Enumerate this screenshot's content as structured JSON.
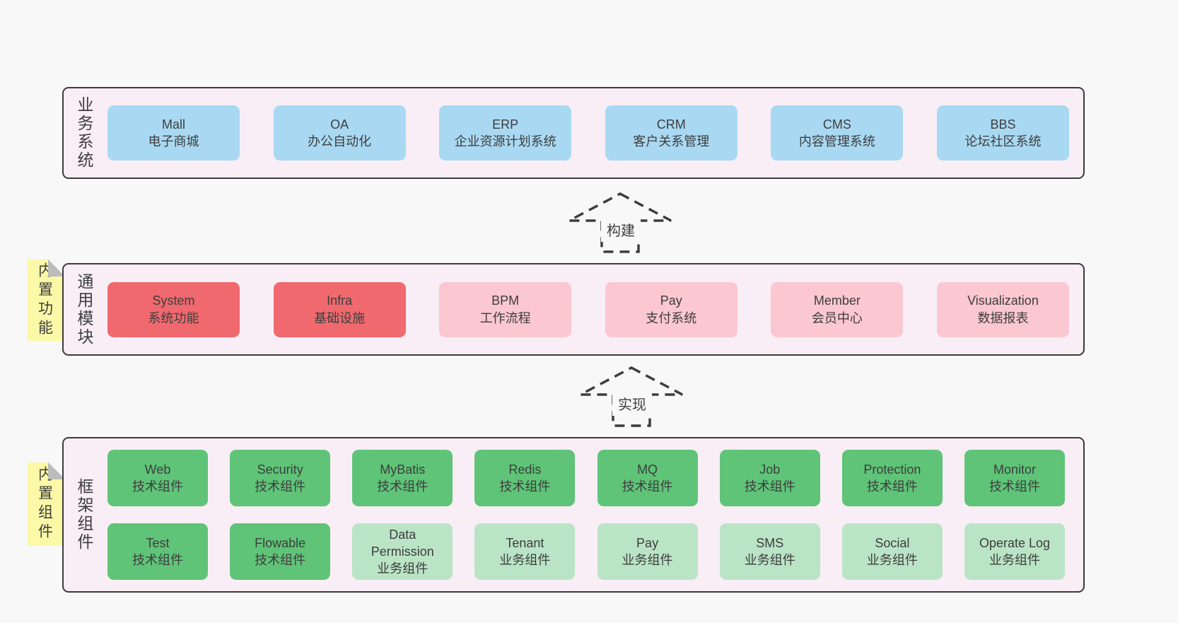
{
  "page_bg": "#f8f8f8",
  "colors": {
    "blue": "#a9d9f2",
    "red": "#f0696e",
    "pink": "#fbc7d0",
    "green": "#5fc478",
    "lightgreen": "#bae4c6",
    "section_bg": "#f9eef6",
    "outline": "#3b3b3b",
    "text": "#3d3d3d",
    "sticky_bg": "#fbf9a8",
    "sticky_fold": "#bcbcbc",
    "arrow": "#3d3d3d"
  },
  "sections": [
    {
      "label": "业务系统",
      "boxes": [
        {
          "en": "Mall",
          "zh": "电子商城",
          "type": "blue"
        },
        {
          "en": "OA",
          "zh": "办公自动化",
          "type": "blue"
        },
        {
          "en": "ERP",
          "zh": "企业资源计划系统",
          "type": "blue"
        },
        {
          "en": "CRM",
          "zh": "客户关系管理",
          "type": "blue"
        },
        {
          "en": "CMS",
          "zh": "内容管理系统",
          "type": "blue"
        },
        {
          "en": "BBS",
          "zh": "论坛社区系统",
          "type": "blue"
        }
      ]
    },
    {
      "label": "通用模块",
      "sticky": "内置功能",
      "boxes": [
        {
          "en": "System",
          "zh": "系统功能",
          "type": "red"
        },
        {
          "en": "Infra",
          "zh": "基础设施",
          "type": "red"
        },
        {
          "en": "BPM",
          "zh": "工作流程",
          "type": "pink"
        },
        {
          "en": "Pay",
          "zh": "支付系统",
          "type": "pink"
        },
        {
          "en": "Member",
          "zh": "会员中心",
          "type": "pink"
        },
        {
          "en": "Visualization",
          "zh": "数据报表",
          "type": "pink"
        }
      ]
    },
    {
      "label": "框架组件",
      "sticky": "内置组件",
      "rows": [
        [
          {
            "en": "Web",
            "zh": "技术组件",
            "type": "green"
          },
          {
            "en": "Security",
            "zh": "技术组件",
            "type": "green"
          },
          {
            "en": "MyBatis",
            "zh": "技术组件",
            "type": "green"
          },
          {
            "en": "Redis",
            "zh": "技术组件",
            "type": "green"
          },
          {
            "en": "MQ",
            "zh": "技术组件",
            "type": "green"
          },
          {
            "en": "Job",
            "zh": "技术组件",
            "type": "green"
          },
          {
            "en": "Protection",
            "zh": "技术组件",
            "type": "green"
          },
          {
            "en": "Monitor",
            "zh": "技术组件",
            "type": "green"
          }
        ],
        [
          {
            "en": "Test",
            "zh": "技术组件",
            "type": "green"
          },
          {
            "en": "Flowable",
            "zh": "技术组件",
            "type": "green"
          },
          {
            "en": "Data Permission",
            "zh": "业务组件",
            "type": "lightgreen"
          },
          {
            "en": "Tenant",
            "zh": "业务组件",
            "type": "lightgreen"
          },
          {
            "en": "Pay",
            "zh": "业务组件",
            "type": "lightgreen"
          },
          {
            "en": "SMS",
            "zh": "业务组件",
            "type": "lightgreen"
          },
          {
            "en": "Social",
            "zh": "业务组件",
            "type": "lightgreen"
          },
          {
            "en": "Operate Log",
            "zh": "业务组件",
            "type": "lightgreen"
          }
        ]
      ]
    }
  ],
  "arrows": [
    {
      "label": "构建"
    },
    {
      "label": "实现"
    }
  ]
}
